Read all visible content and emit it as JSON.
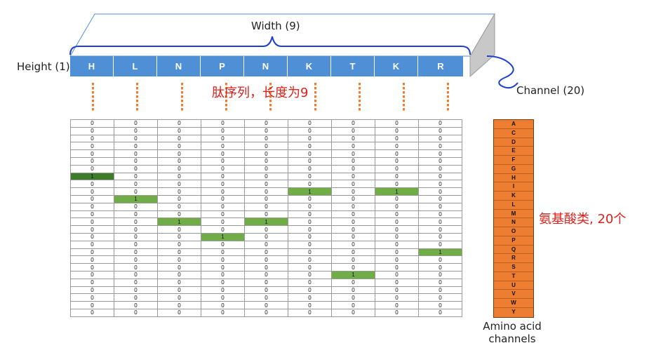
{
  "labels": {
    "width": "Width (9)",
    "height": "Height (1)",
    "channel": "Channel (20)",
    "sequence_note": "肽序列，长度为9",
    "amino_note": "氨基酸类, 20个",
    "amino_caption_line1": "Amino acid",
    "amino_caption_line2": "channels"
  },
  "colors": {
    "sequence_bar": "#4f8fd6",
    "highlight": "#70ad47",
    "highlight_dark": "#3e7c2a",
    "amino_channel": "#ed7d31",
    "annotation_red": "#e0201a"
  },
  "sequence": [
    "H",
    "L",
    "N",
    "P",
    "N",
    "K",
    "T",
    "K",
    "R"
  ],
  "amino_acids": [
    "A",
    "C",
    "D",
    "E",
    "F",
    "G",
    "H",
    "I",
    "K",
    "L",
    "M",
    "N",
    "O",
    "P",
    "Q",
    "R",
    "S",
    "T",
    "U",
    "V",
    "W",
    "Y"
  ],
  "grid": {
    "rows": 26,
    "cols": 9,
    "highlights": [
      {
        "row": 7,
        "col": 0,
        "dark": true
      },
      {
        "row": 9,
        "col": 5
      },
      {
        "row": 9,
        "col": 7
      },
      {
        "row": 10,
        "col": 1
      },
      {
        "row": 13,
        "col": 2
      },
      {
        "row": 13,
        "col": 4
      },
      {
        "row": 15,
        "col": 3
      },
      {
        "row": 17,
        "col": 8
      },
      {
        "row": 20,
        "col": 6
      }
    ],
    "zero_value": "0",
    "one_value": "1"
  }
}
